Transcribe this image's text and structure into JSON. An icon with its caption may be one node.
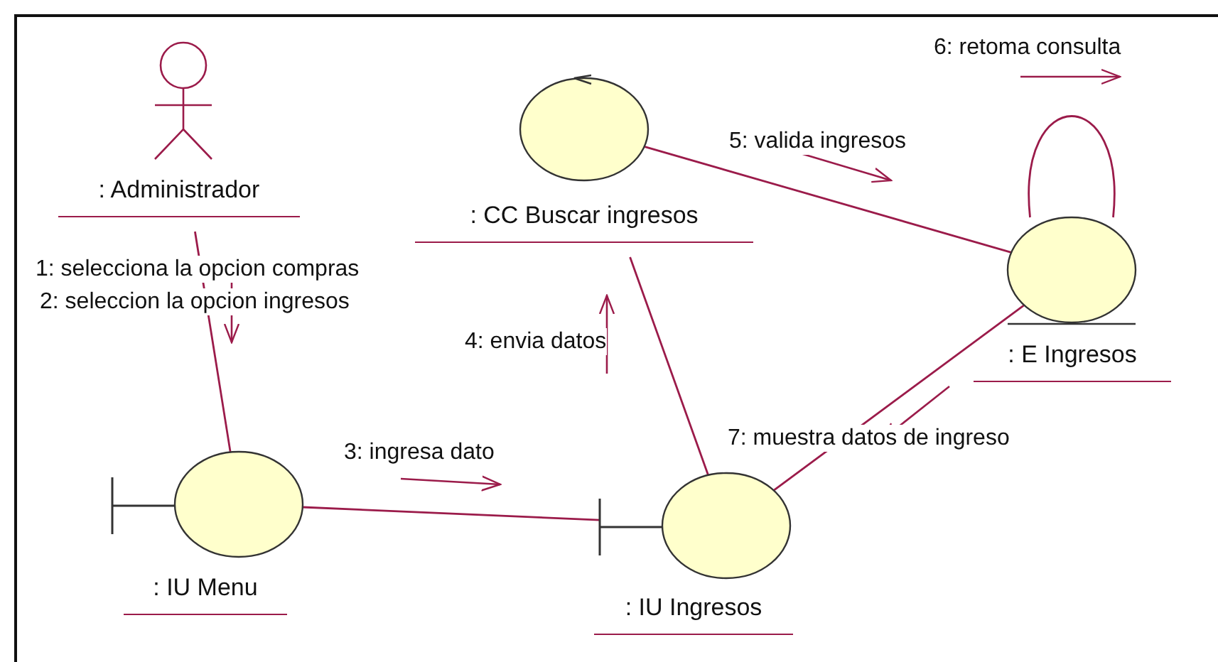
{
  "diagram": {
    "nodes": [
      {
        "text": [
          ": Administrador"
        ]
      },
      {
        "text": [
          ": CC Buscar ingresos"
        ]
      },
      {
        "text": [
          ": E Ingresos"
        ]
      },
      {
        "text": [
          ": IU Menu"
        ]
      },
      {
        "text": [
          ": IU Ingresos"
        ]
      }
    ],
    "edges": [
      {
        "from": 0,
        "to": 3,
        "arrow": "none"
      },
      {
        "from": 3,
        "to": 4,
        "arrow": "none"
      },
      {
        "from": 4,
        "to": 1,
        "arrow": "none"
      },
      {
        "from": 1,
        "to": 2,
        "arrow": "none"
      },
      {
        "from": 2,
        "to": 2,
        "arrow": "none"
      },
      {
        "from": 2,
        "to": 4,
        "arrow": "none"
      }
    ],
    "labels": [
      "6: retoma consulta",
      "5: valida ingresos",
      "1: selecciona la opcion compras",
      "2: seleccion la opcion ingresos",
      "4: envia datos",
      "3: ingresa dato",
      "7: muestra datos de ingreso"
    ]
  }
}
